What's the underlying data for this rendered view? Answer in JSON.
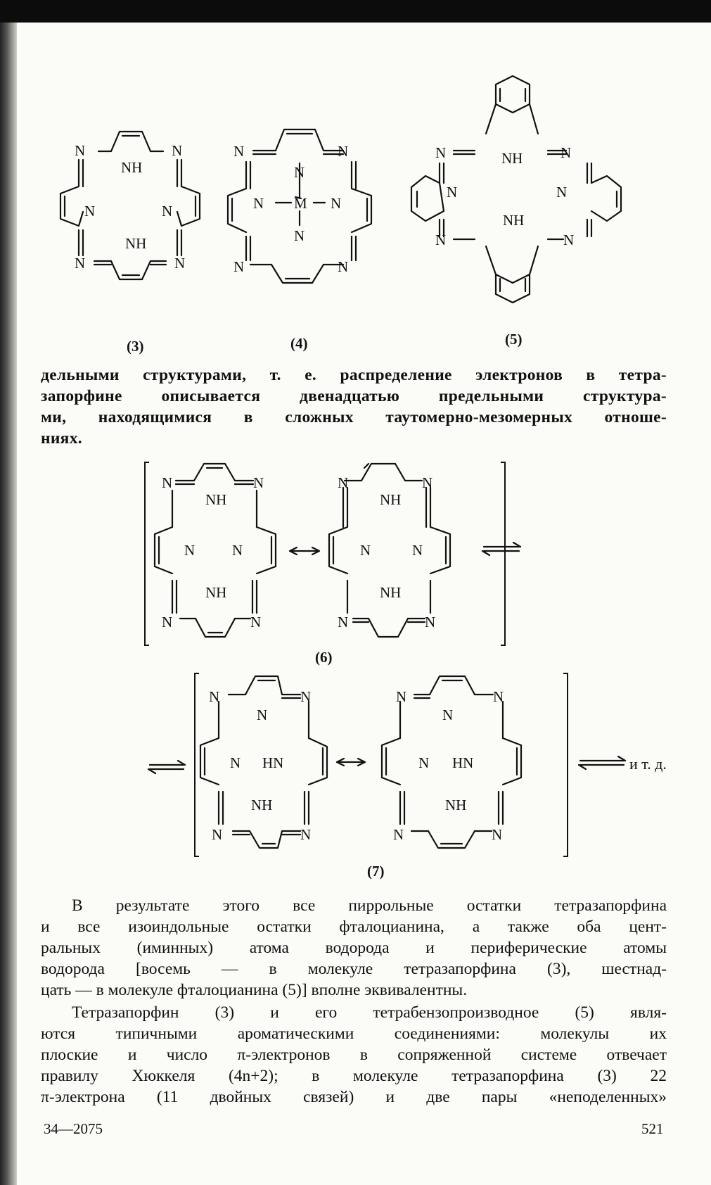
{
  "atoms": {
    "n": "N",
    "nh": "NH",
    "hn": "HN",
    "m": "M"
  },
  "labels": {
    "c3": "(3)",
    "c4": "(4)",
    "c5": "(5)",
    "c6": "(6)",
    "c7": "(7)"
  },
  "continuation": "и т. д.",
  "para1": [
    "дельными структурами, т. е. распределение электронов в тетра-",
    "запорфине описывается двенадцатью предельными структура-",
    "ми, находящимися в сложных таутомерно-мезомерных отноше-",
    "ниях."
  ],
  "para2": [
    "В результате этого все пиррольные остатки тетразапорфина",
    "и все изоиндольные остатки фталоцианина, а также оба цент-",
    "ральных (иминных) атома водорода и периферические атомы",
    "водорода [восемь — в молекуле тетразапорфина (3), шестнад-",
    "цать — в молекуле фталоцианина (5)] вполне эквивалентны."
  ],
  "para3": [
    "Тетразапорфин (3) и его тетрабензопроизводное (5) явля-",
    "ются типичными ароматическими соединениями: молекулы их",
    "плоские и число π-электронов в сопряженной системе отвечает",
    "правилу Хюккеля (4n+2); в молекуле тетразапорфина (3) 22",
    "π-электрона (11 двойных связей) и две пары «неподеленных»"
  ],
  "footer": {
    "left": "34—2075",
    "right": "521"
  }
}
